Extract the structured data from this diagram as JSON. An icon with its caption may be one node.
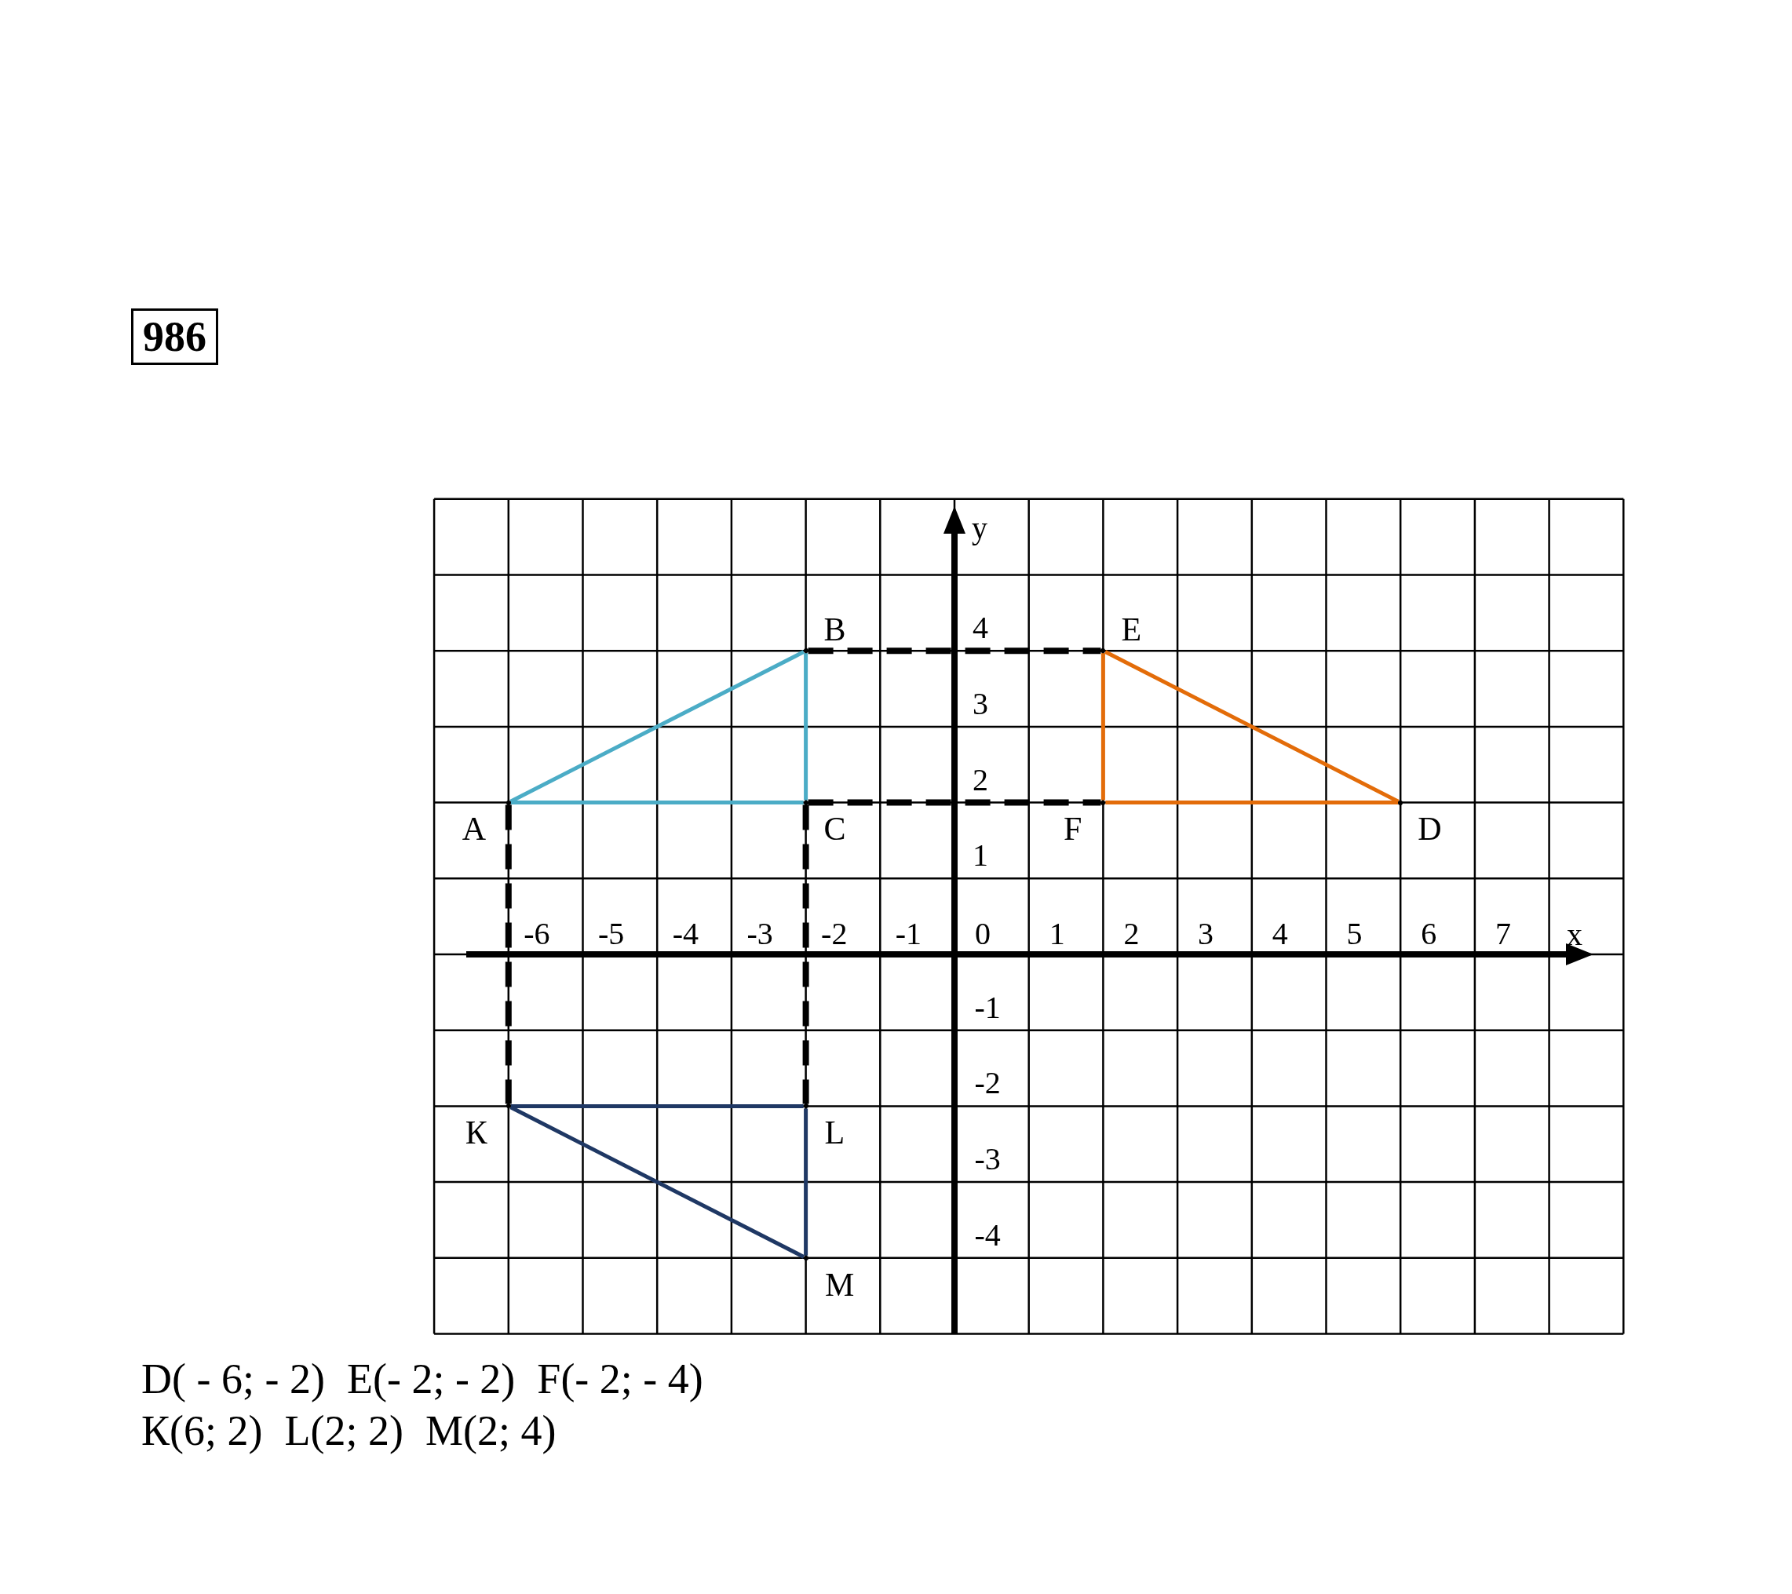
{
  "diagram": {
    "nodes": [
      {
        "text": [],
        "shape": "point",
        "beside": [
          "B"
        ]
      },
      {
        "text": [],
        "shape": "point",
        "beside": [
          "E"
        ]
      },
      {
        "text": [],
        "shape": "point",
        "beside": [
          "A"
        ]
      },
      {
        "text": [],
        "shape": "point",
        "beside": [
          "C"
        ]
      },
      {
        "text": [],
        "shape": "point",
        "beside": [
          "F"
        ]
      },
      {
        "text": [],
        "shape": "point",
        "beside": [
          "D"
        ]
      },
      {
        "text": [],
        "shape": "point",
        "beside": [
          "К"
        ]
      },
      {
        "text": [],
        "shape": "point",
        "beside": [
          "L"
        ]
      },
      {
        "text": [],
        "shape": "point",
        "beside": [
          "M"
        ]
      }
    ],
    "edges": [
      {
        "from": 2,
        "to": 0,
        "arrow": "none",
        "color": "#4bacc6"
      },
      {
        "from": 0,
        "to": 3,
        "arrow": "none",
        "color": "#4bacc6"
      },
      {
        "from": 3,
        "to": 2,
        "arrow": "none",
        "color": "#4bacc6"
      },
      {
        "from": 1,
        "to": 4,
        "arrow": "none",
        "color": "#e36c09"
      },
      {
        "from": 4,
        "to": 5,
        "arrow": "none",
        "color": "#e36c09"
      },
      {
        "from": 5,
        "to": 1,
        "arrow": "none",
        "color": "#e36c09"
      },
      {
        "from": 6,
        "to": 7,
        "arrow": "none",
        "color": "#1f3864"
      },
      {
        "from": 7,
        "to": 8,
        "arrow": "none",
        "color": "#1f3864"
      },
      {
        "from": 8,
        "to": 6,
        "arrow": "none",
        "color": "#1f3864"
      },
      {
        "from": 0,
        "to": 1,
        "arrow": "none",
        "style": "dashed"
      },
      {
        "from": 3,
        "to": 4,
        "arrow": "none",
        "style": "dashed"
      },
      {
        "from": 2,
        "to": 6,
        "arrow": "none",
        "style": "dashed"
      },
      {
        "from": 3,
        "to": 7,
        "arrow": "none",
        "style": "dashed"
      }
    ],
    "labels": [
      "986",
      "y",
      "4",
      "3",
      "2",
      "1",
      "-6",
      "-5",
      "-4",
      "-3",
      "-2",
      "-1",
      "0",
      "1",
      "2",
      "3",
      "4",
      "5",
      "6",
      "7",
      "x",
      "-1",
      "-2",
      "-3",
      "-4",
      "D( - 6; - 2)",
      "E(- 2; - 2)",
      "F(- 2; - 4)",
      "К(6; 2)",
      "L(2; 2)",
      "M(2; 4)"
    ]
  }
}
